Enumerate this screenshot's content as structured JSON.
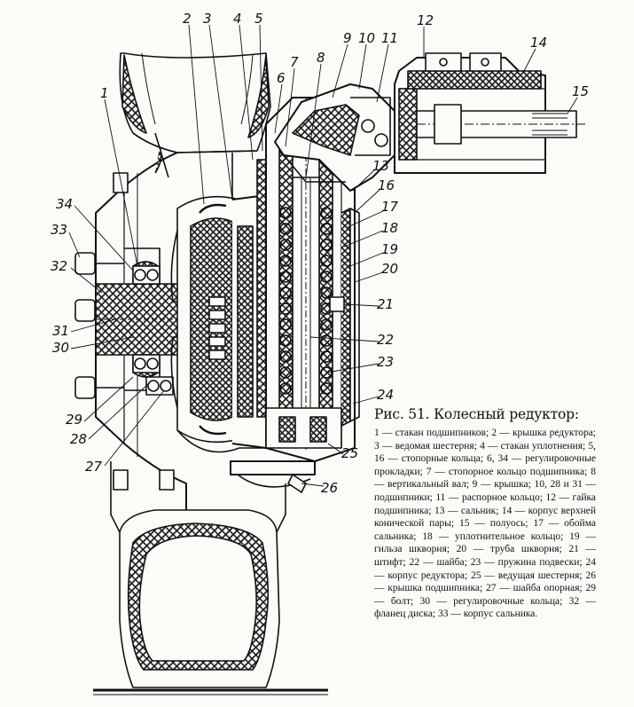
{
  "callouts": [
    "1",
    "2",
    "3",
    "4",
    "5",
    "6",
    "7",
    "8",
    "9",
    "10",
    "11",
    "12",
    "14",
    "15",
    "13",
    "16",
    "17",
    "18",
    "19",
    "20",
    "21",
    "22",
    "23",
    "24",
    "25",
    "26",
    "27",
    "28",
    "29",
    "30",
    "31",
    "32",
    "33",
    "34"
  ],
  "caption": {
    "title": "Рис. 51. Колесный редуктор:",
    "body": "1 — стакан подшипников; 2 — крышка редуктора; 3 — ведомая шестерня; 4 — стакан уплотнения; 5, 16 — стопорные кольца; 6, 34 — регулировочные прокладки; 7 — стопорное кольцо подшипника; 8 — вертикальный вал; 9 — крышка; 10, 28 и 31 — подшипники; 11 — распорное кольцо; 12 — гайка подшипника; 13 — сальник; 14 — корпус верхней конической пары; 15 — полуось; 17 — обойма сальника; 18 — уплотнительное кольцо; 19 — гильза шкворня; 20 — труба шкворня; 21 — штифт; 22 — шайба; 23 — пружина подвески; 24 — корпус редуктора; 25 — ведущая шестерня; 26 — крышка подшипника; 27 — шайба опорная; 29 — болт; 30 — регулировочные кольца; 32 — фланец диска; 33 — корпус сальника."
  }
}
